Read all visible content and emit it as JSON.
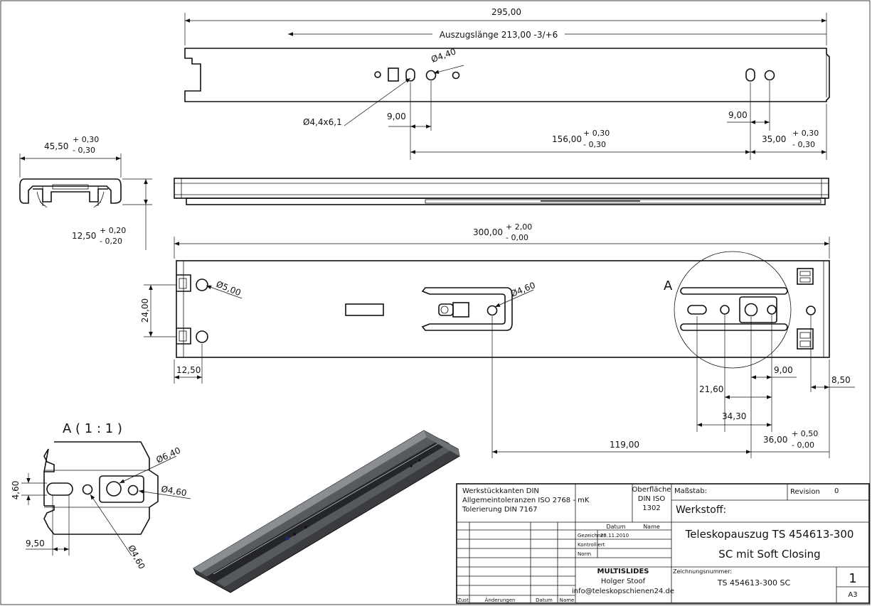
{
  "drawing": {
    "dims": {
      "d295": "295,00",
      "stroke": "Auszugslänge 213,00 -3/+6",
      "d_phi440": "Ø4,40",
      "d_slot": "Ø4,4x6,1",
      "d9_left": "9,00",
      "d9_right": "9,00",
      "d156": "156,00",
      "d156_tol_plus": "+ 0,30",
      "d156_tol_minus": "- 0,30",
      "d35": "35,00",
      "d35_tol_plus": "+ 0,30",
      "d35_tol_minus": "- 0,30",
      "d4550": "45,50",
      "d4550_tol_plus": "+ 0,30",
      "d4550_tol_minus": "- 0,30",
      "d1250": "12,50",
      "d1250_tol_plus": "+ 0,20",
      "d1250_tol_minus": "- 0,20",
      "d300": "300,00",
      "d300_tol_plus": "+ 2,00",
      "d300_tol_minus": "- 0,00",
      "d_phi500": "Ø5,00",
      "d_phi460_center": "Ø4,60",
      "d24": "24,00",
      "d1250_bottom": "12,50",
      "d9_bottom": "9,00",
      "d850": "8,50",
      "d2160": "21,60",
      "d3430": "34,30",
      "d119": "119,00",
      "d36": "36,00",
      "d36_tol_plus": "+ 0,50",
      "d36_tol_minus": "- 0,00",
      "detail_marker": "A",
      "detail_title": "A ( 1 : 1 )",
      "det_phi640": "Ø6,40",
      "det_phi460_a": "Ø4,60",
      "det_phi460_b": "Ø4,60",
      "det_460": "4,60",
      "det_950": "9,50"
    }
  },
  "title_block": {
    "notes": [
      "Werkstückkanten DIN",
      "Allgemeintoleranzen ISO 2768 - mK",
      "Tolerierung DIN 7167"
    ],
    "surface_label": "Oberfläche",
    "surface_value1": "DIN ISO",
    "surface_value2": "1302",
    "scale_label": "Maßstab:",
    "revision_label": "Revision",
    "revision_value": "0",
    "material_label": "Werkstoff:",
    "col_date": "Datum",
    "col_name": "Name",
    "row_drawn": "Gezeichnet",
    "row_drawn_date": "23.11.2010",
    "row_checked": "Kontrolliert",
    "row_norm": "Norm",
    "title_line1": "Teleskopauszug TS 454613-300",
    "title_line2": "SC mit Soft Closing",
    "company": "MULTISLIDES",
    "person": "Holger Stoof",
    "email": "info@teleskopschienen24.de",
    "drawing_number_label": "Zeichnungsnummer:",
    "drawing_number": "TS 454613-300 SC",
    "sheet_number": "1",
    "format": "A3",
    "footer_zust": "Zust",
    "footer_changes": "Änderungen",
    "footer_date": "Datum",
    "footer_name": "Name"
  }
}
